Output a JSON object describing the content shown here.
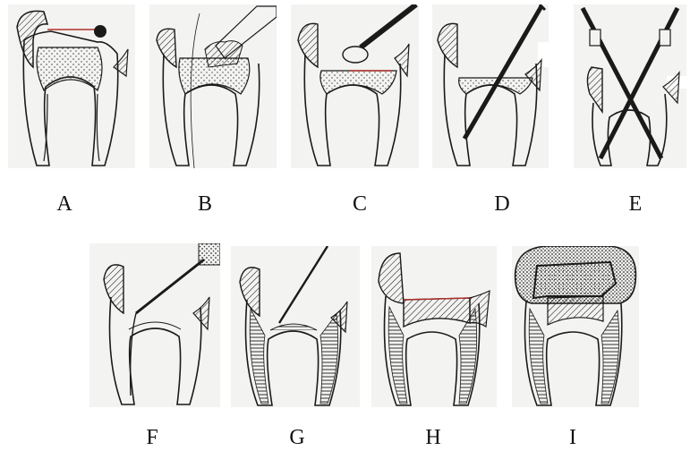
{
  "panels": [
    {
      "id": "A",
      "label": "A",
      "stage": "cavity-burr"
    },
    {
      "id": "B",
      "label": "B",
      "stage": "pulp-fractured-excavation"
    },
    {
      "id": "C",
      "label": "C",
      "stage": "spoon-excavator"
    },
    {
      "id": "D",
      "label": "D",
      "stage": "file-single-canal"
    },
    {
      "id": "E",
      "label": "E",
      "stage": "files-both-canals"
    },
    {
      "id": "F",
      "label": "F",
      "stage": "irrigation-needle"
    },
    {
      "id": "G",
      "label": "G",
      "stage": "paper-point"
    },
    {
      "id": "H",
      "label": "H",
      "stage": "base-placed"
    },
    {
      "id": "I",
      "label": "I",
      "stage": "final-restoration-crown"
    }
  ],
  "colors": {
    "line": "#1a1a1a",
    "panel_bg": "#f3f3f1",
    "stipple": "#555555",
    "accent": "#b0302a"
  }
}
